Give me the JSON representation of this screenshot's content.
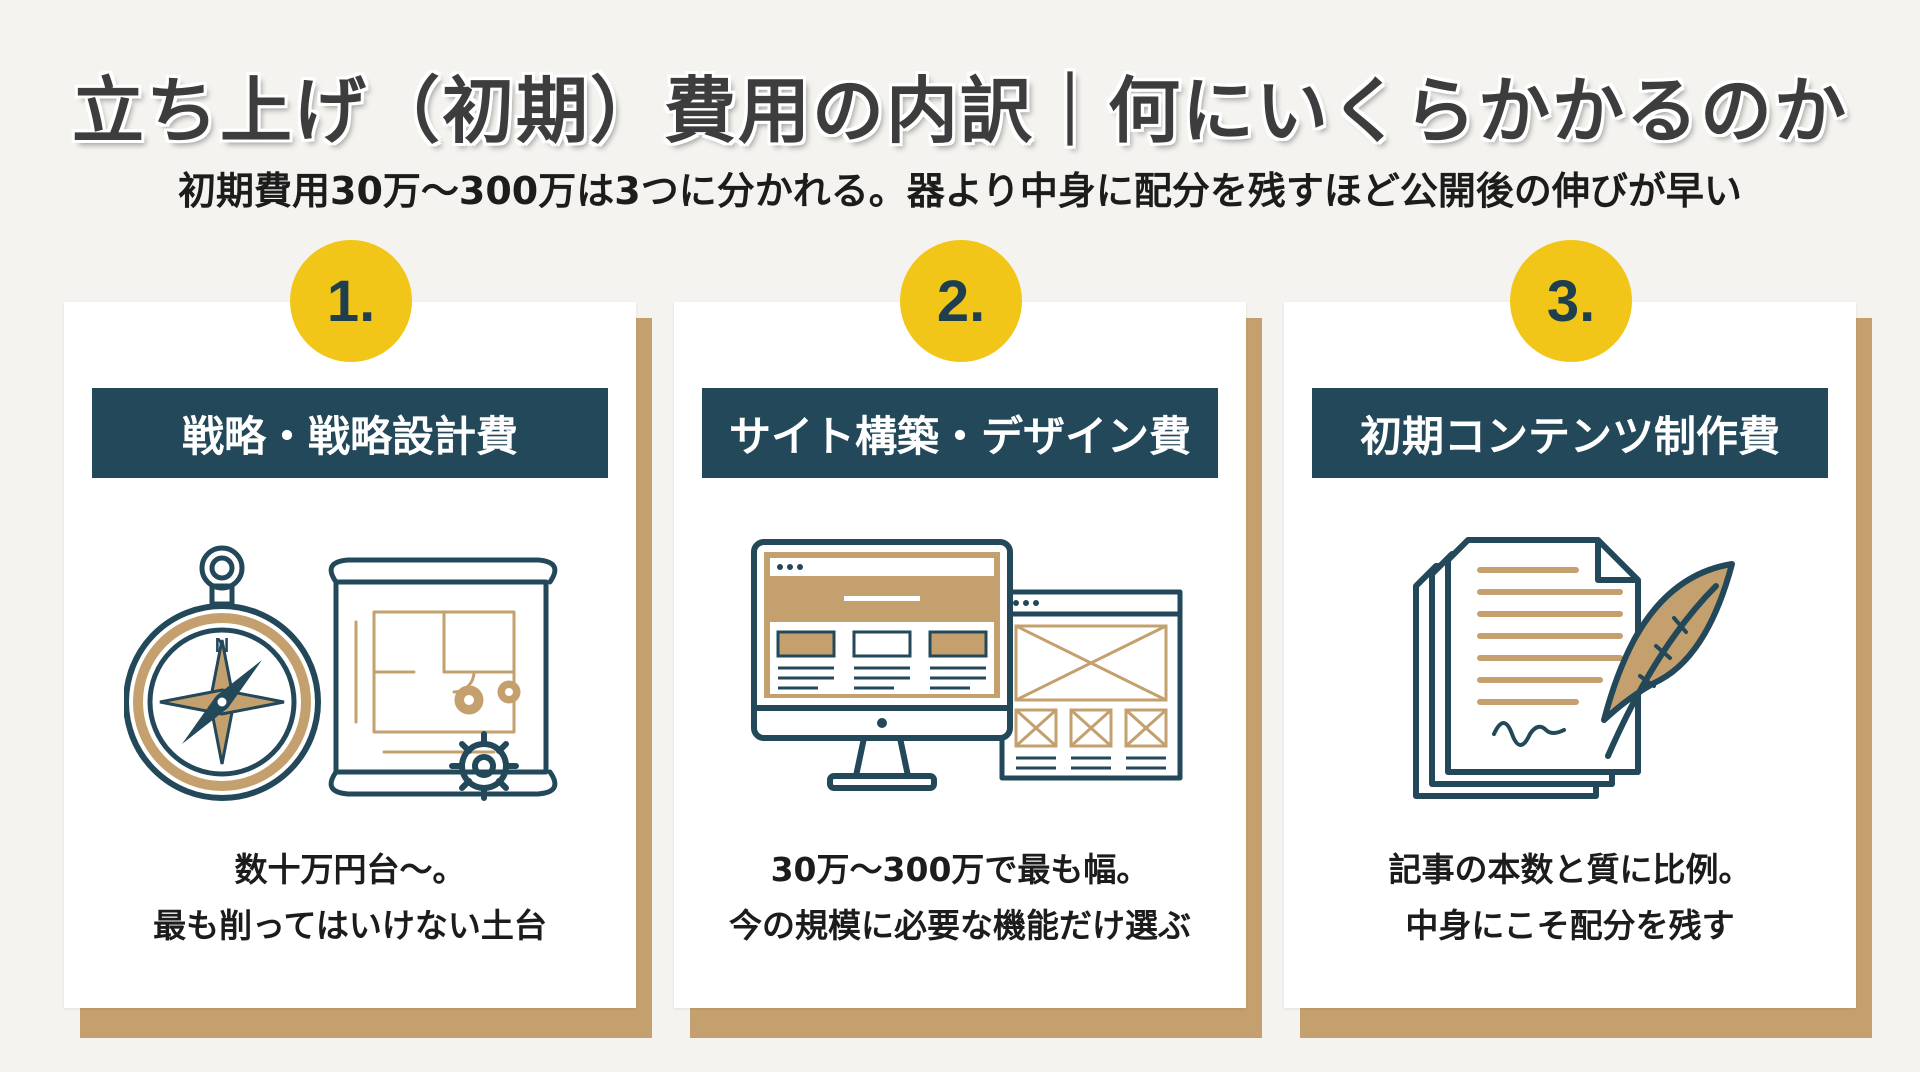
{
  "title": "立ち上げ（初期）費用の内訳｜何にいくらかかるのか",
  "subtitle": "初期費用30万〜300万は3つに分かれる。器より中身に配分を残すほど公開後の伸びが早い",
  "colors": {
    "background": "#f5f3ef",
    "badge": "#f2c618",
    "banner": "#22485a",
    "accent": "#c4a06e",
    "icon_stroke": "#22485a"
  },
  "cards": [
    {
      "number": "1.",
      "heading": "戦略・戦略設計費",
      "icon": "compass-blueprint-gear-icon",
      "line1": "数十万円台〜。",
      "line2": "最も削ってはいけない土台"
    },
    {
      "number": "2.",
      "heading": "サイト構築・デザイン費",
      "icon": "monitor-wireframe-icon",
      "line1": "30万〜300万で最も幅。",
      "line2": "今の規模に必要な機能だけ選ぶ"
    },
    {
      "number": "3.",
      "heading": "初期コンテンツ制作費",
      "icon": "document-quill-icon",
      "line1": "記事の本数と質に比例。",
      "line2": "中身にこそ配分を残す"
    }
  ]
}
